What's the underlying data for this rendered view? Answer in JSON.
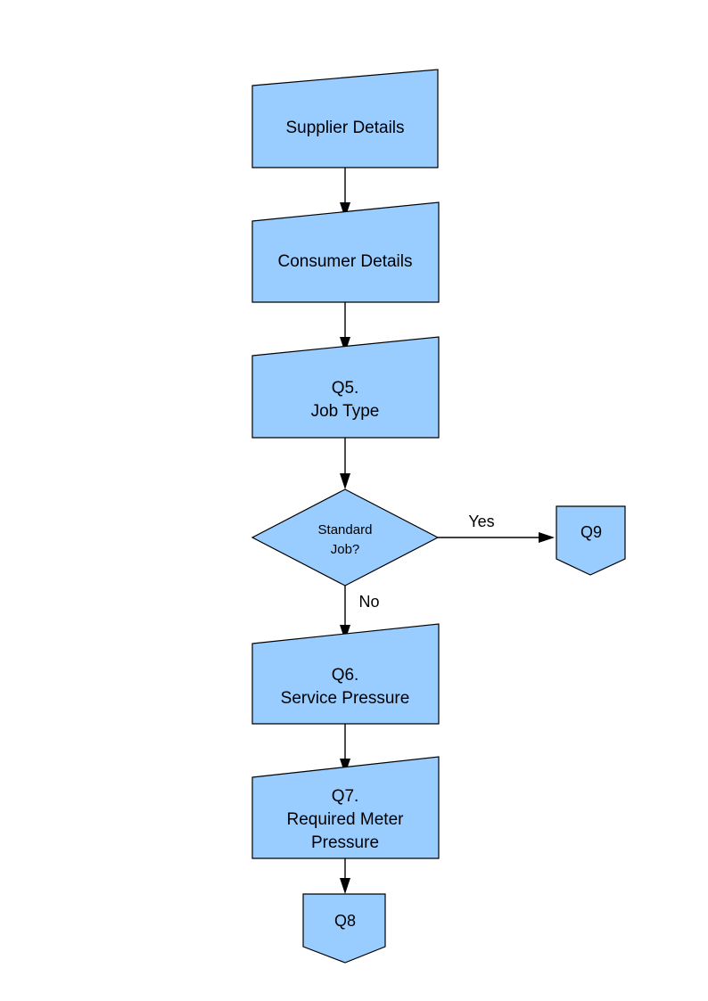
{
  "diagram": {
    "type": "flowchart",
    "title": "",
    "orientation": "top-to-bottom",
    "colors": {
      "node_fill": "#99CCFF",
      "node_stroke": "#000000",
      "edge_stroke": "#000000",
      "text": "#000000",
      "background": "#FFFFFF"
    },
    "nodes": [
      {
        "id": "supplier-details",
        "shape": "manual-input",
        "lines": [
          "Supplier Details"
        ],
        "line1": "Supplier Details"
      },
      {
        "id": "consumer-details",
        "shape": "manual-input",
        "lines": [
          "Consumer Details"
        ],
        "line1": "Consumer Details"
      },
      {
        "id": "q5-job-type",
        "shape": "manual-input",
        "lines": [
          "Q5.",
          "Job Type"
        ],
        "line1": "Q5.",
        "line2": "Job Type"
      },
      {
        "id": "standard-job-decision",
        "shape": "diamond",
        "lines": [
          "Standard",
          "Job?"
        ],
        "line1": "Standard",
        "line2": "Job?"
      },
      {
        "id": "q9-connector",
        "shape": "off-page-connector",
        "lines": [
          "Q9"
        ],
        "line1": "Q9"
      },
      {
        "id": "q6-service-pressure",
        "shape": "manual-input",
        "lines": [
          "Q6.",
          "Service Pressure"
        ],
        "line1": "Q6.",
        "line2": "Service Pressure"
      },
      {
        "id": "q7-required-meter-pressure",
        "shape": "manual-input",
        "lines": [
          "Q7.",
          "Required Meter",
          "Pressure"
        ],
        "line1": "Q7.",
        "line2": "Required Meter",
        "line3": "Pressure"
      },
      {
        "id": "q8-connector",
        "shape": "off-page-connector",
        "lines": [
          "Q8"
        ],
        "line1": "Q8"
      }
    ],
    "edges": [
      {
        "id": "e1",
        "from": "supplier-details",
        "to": "consumer-details",
        "label": ""
      },
      {
        "id": "e2",
        "from": "consumer-details",
        "to": "q5-job-type",
        "label": ""
      },
      {
        "id": "e3",
        "from": "q5-job-type",
        "to": "standard-job-decision",
        "label": ""
      },
      {
        "id": "e4",
        "from": "standard-job-decision",
        "to": "q9-connector",
        "label": "Yes"
      },
      {
        "id": "e5",
        "from": "standard-job-decision",
        "to": "q6-service-pressure",
        "label": "No"
      },
      {
        "id": "e6",
        "from": "q6-service-pressure",
        "to": "q7-required-meter-pressure",
        "label": ""
      },
      {
        "id": "e7",
        "from": "q7-required-meter-pressure",
        "to": "q8-connector",
        "label": ""
      }
    ]
  }
}
